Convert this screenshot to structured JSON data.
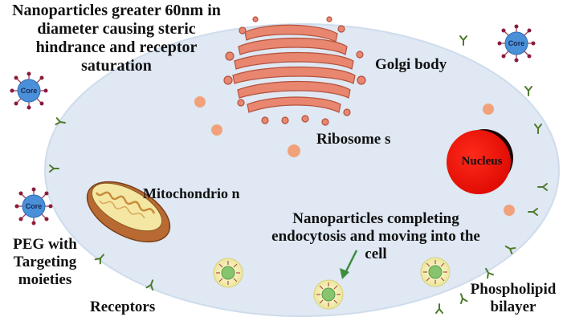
{
  "labels": {
    "nanoparticles_large": "Nanoparticles greater 60nm in diameter causing steric hindrance and receptor saturation",
    "golgi": "Golgi body",
    "ribosomes": "Ribosome s",
    "nucleus": "Nucleus",
    "mitochondrion": "Mitochondrio n",
    "endocytosis": "Nanoparticles completing endocytosis and moving into the cell",
    "peg": "PEG with Targeting moieties",
    "receptors": "Receptors",
    "phospholipid": "Phospholipid bilayer",
    "core": "Core"
  },
  "colors": {
    "cell_fill": "#dfe8f3",
    "cell_stroke": "#c9d6e6",
    "core_blue": "#4a90d9",
    "ribosome": "#f2a27a",
    "nucleus": "#ff1a0f",
    "golgi": "#e8866f",
    "mito_outer": "#b96a32",
    "np_shell": "#f3f0b8",
    "np_core": "#86c56e",
    "receptor_green": "#4e7a2b",
    "arrow": "#3d8b3d"
  }
}
